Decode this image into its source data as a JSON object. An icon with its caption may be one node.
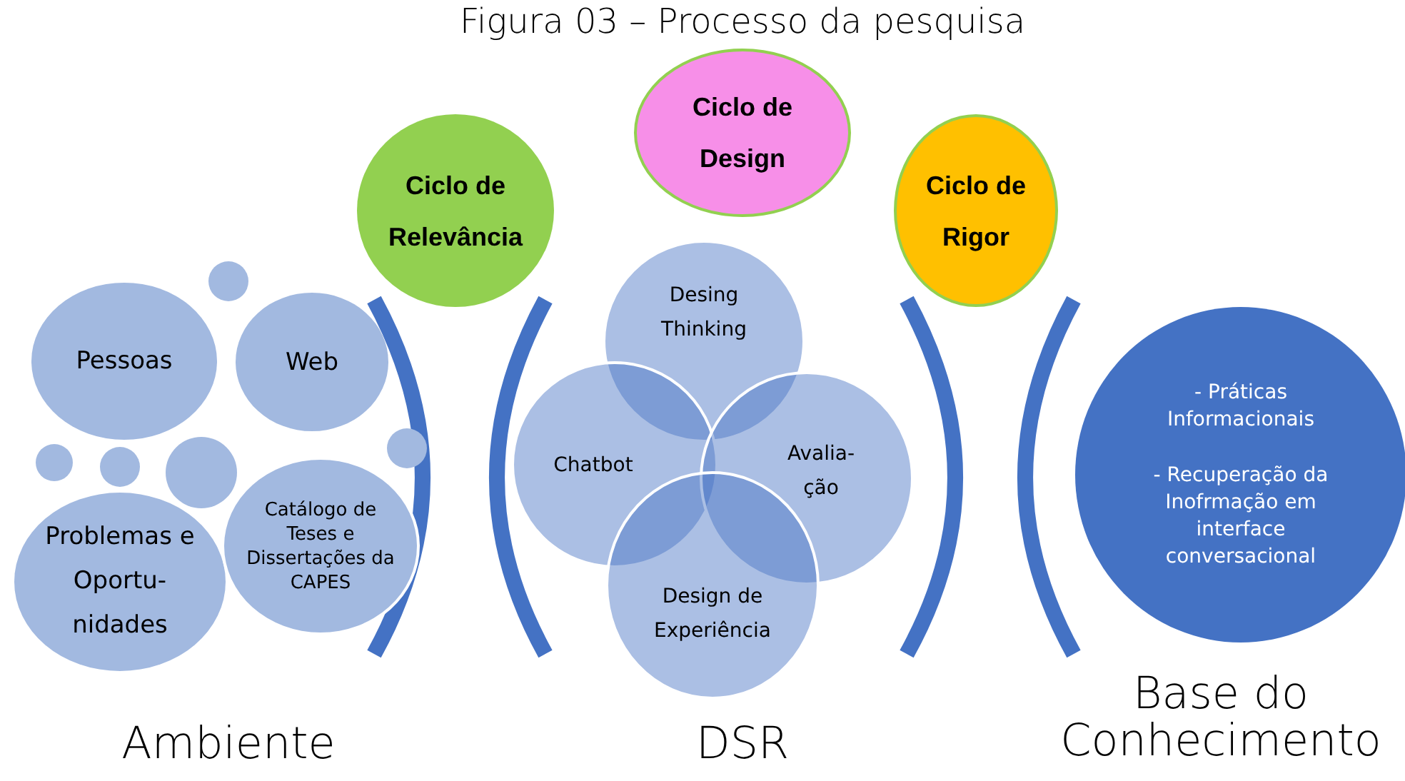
{
  "diagram": {
    "title": "Figura 03 – Processo da pesquisa",
    "nodes": [
      {
        "text": [
          "Ciclo de Design"
        ]
      },
      {
        "text": [
          "Ciclo de Relevância"
        ]
      },
      {
        "text": [
          "Ciclo de Rigor"
        ]
      },
      {
        "text": [],
        "shape": "circle"
      },
      {
        "text": [
          "Pessoas"
        ]
      },
      {
        "text": [
          "Web"
        ]
      },
      {
        "text": [],
        "shape": "circle"
      },
      {
        "text": [],
        "shape": "circle"
      },
      {
        "text": [],
        "shape": "circle"
      },
      {
        "text": [],
        "shape": "circle"
      },
      {
        "text": [
          "Problemas e Oportu- nidades"
        ]
      },
      {
        "text": [
          "Catálogo de Teses e Dissertações da CAPES"
        ]
      },
      {
        "text": [
          "Desing Thinking"
        ]
      },
      {
        "text": [
          "Chatbot"
        ]
      },
      {
        "text": [
          "Avalia- ção"
        ]
      },
      {
        "text": [
          "Design de Experiência"
        ]
      },
      {
        "text": [
          "- Práticas Informacionais",
          "- Recuperação da Inofrmação em interface conversacional"
        ]
      }
    ],
    "edges": [],
    "labels": [
      "Ambiente",
      "DSR",
      "Base do Conhecimento"
    ]
  }
}
